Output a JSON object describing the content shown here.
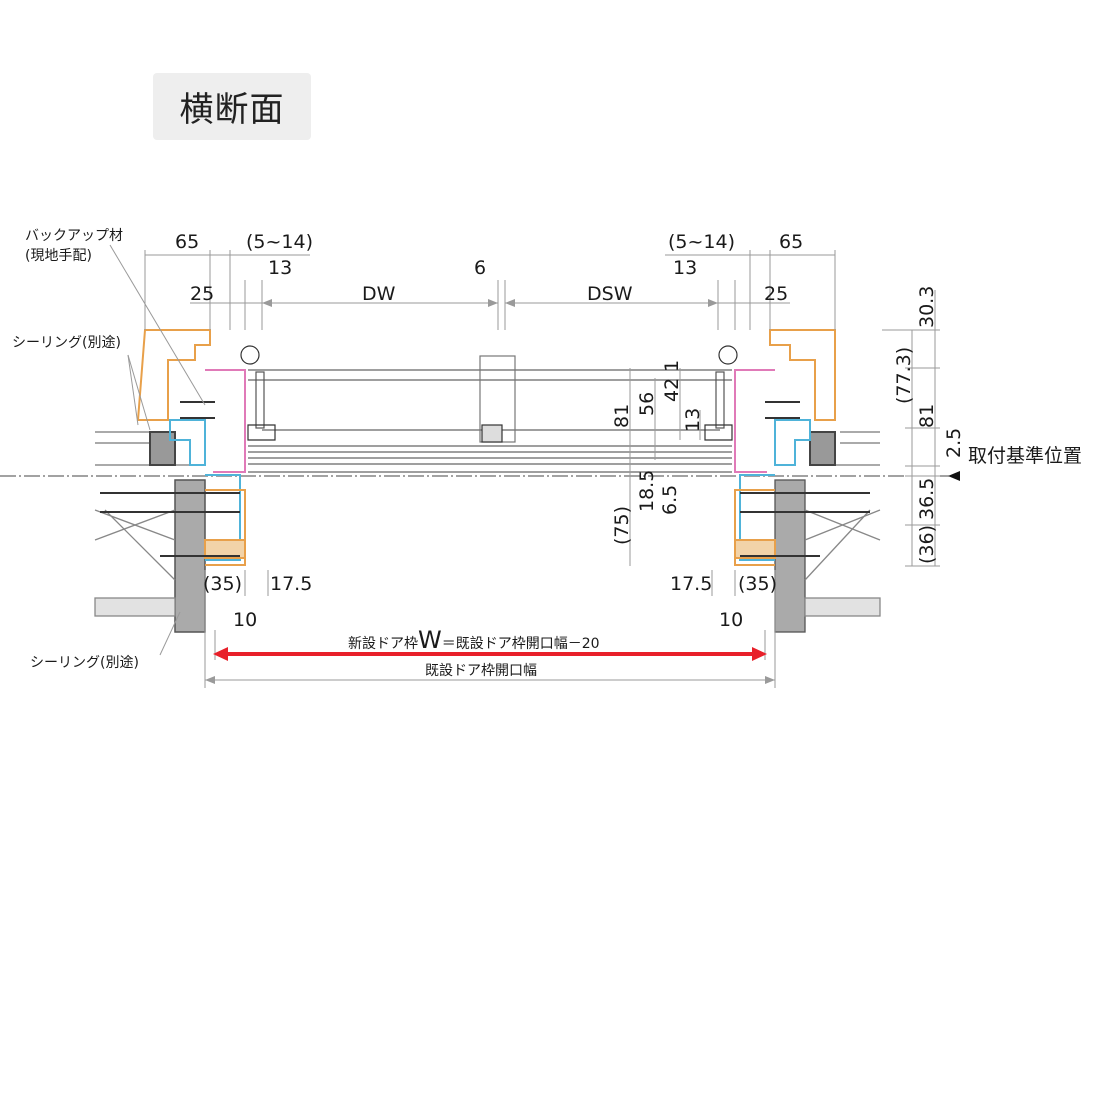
{
  "title": "横断面",
  "labels": {
    "backup_material_1": "バックアップ材",
    "backup_material_2": "(現地手配)",
    "sealing_top": "シーリング(別途)",
    "sealing_bottom": "シーリング(別途)",
    "mounting_reference": "取付基準位置",
    "new_frame_width_prefix": "新設ドア枠",
    "new_frame_width_symbol": "W",
    "new_frame_width_suffix": "＝既設ドア枠開口幅－20",
    "existing_opening_width": "既設ドア枠開口幅"
  },
  "dimensions_top": {
    "left_65": "65",
    "left_5_14": "(5~14)",
    "left_13": "13",
    "left_25": "25",
    "dw": "DW",
    "gap_6": "6",
    "dsw": "DSW",
    "right_5_14": "(5~14)",
    "right_65": "65",
    "right_13": "13",
    "right_25": "25"
  },
  "dimensions_center": {
    "d81": "81",
    "d56": "56",
    "d42": "42",
    "d1": "1",
    "d13": "13",
    "d18_5": "18.5",
    "d6_5": "6.5",
    "d75": "(75)"
  },
  "dimensions_right": {
    "d30_3": "30.3",
    "d77_3": "(77.3)",
    "d81": "81",
    "d2_5": "2.5",
    "d36_5": "36.5",
    "d36": "(36)"
  },
  "dimensions_bottom": {
    "left_35": "(35)",
    "left_17_5": "17.5",
    "right_17_5": "17.5",
    "right_35": "(35)",
    "left_10": "10",
    "right_10": "10"
  },
  "colors": {
    "frame_orange": "#e8a04a",
    "frame_cyan": "#4fb3d9",
    "frame_pink": "#e07ab8",
    "arrow_red": "#e8202a",
    "line_gray": "#9a9a9a"
  }
}
